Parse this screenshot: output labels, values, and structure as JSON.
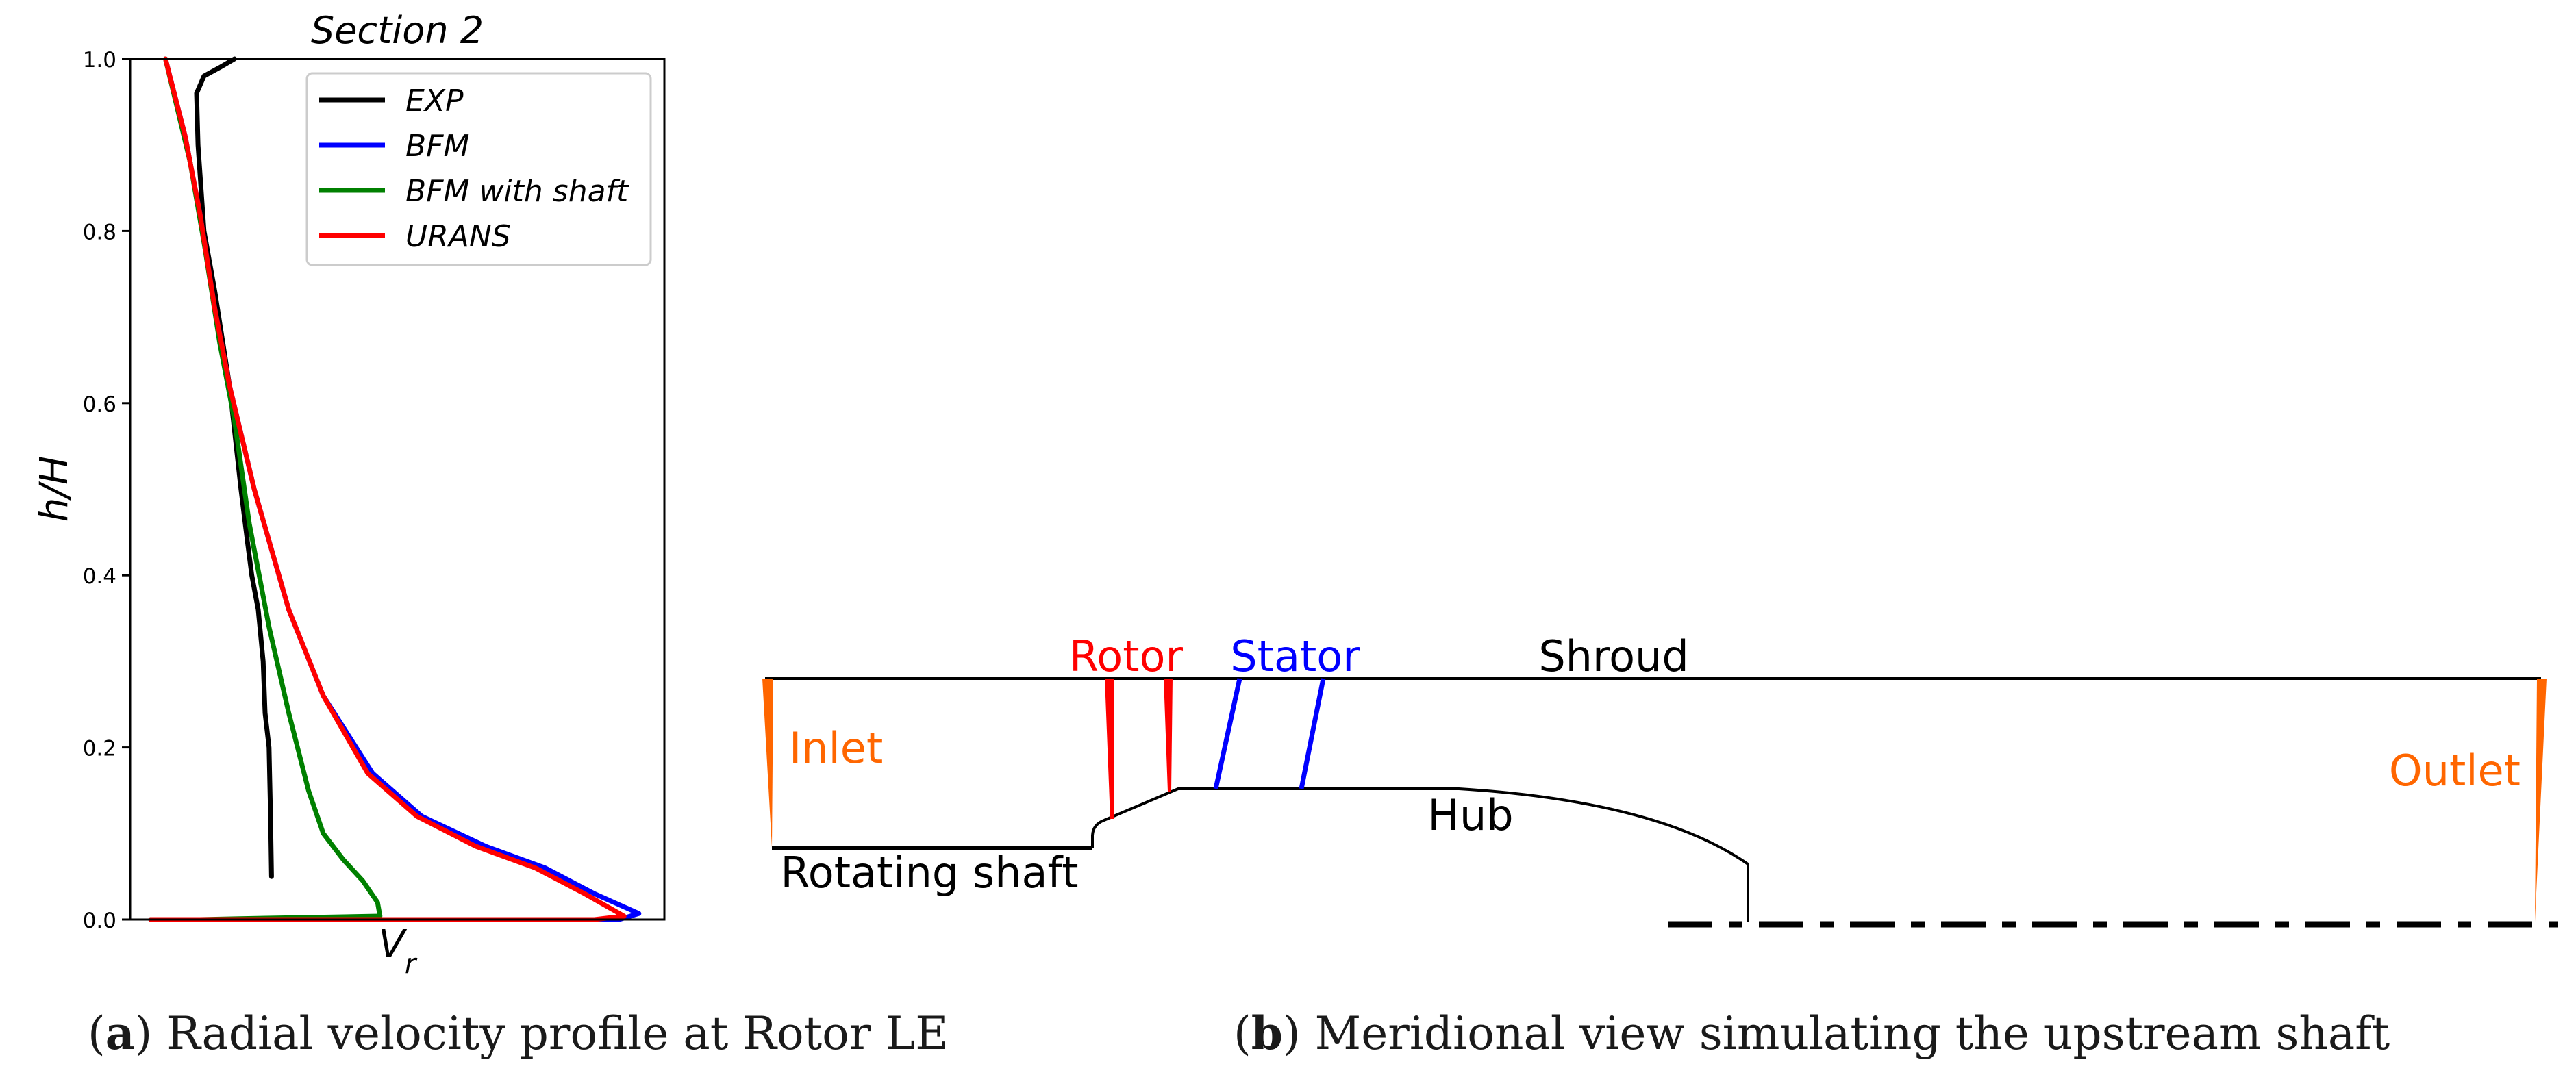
{
  "figure": {
    "panel_a": {
      "chart_data": {
        "type": "line",
        "title": "Section 2",
        "xlabel": "V_r",
        "ylabel": "h/H",
        "ylim": [
          0.0,
          1.0
        ],
        "xlim": [
          0.0,
          1.0
        ],
        "y_ticks": [
          "0.0",
          "0.2",
          "0.4",
          "0.6",
          "0.8",
          "1.0"
        ],
        "x_ticks": [],
        "grid": false,
        "legend_position": "upper-right",
        "series": [
          {
            "name": "EXP",
            "color": "#000000",
            "points": [
              [
                0.245,
                0.05
              ],
              [
                0.243,
                0.12
              ],
              [
                0.24,
                0.2
              ],
              [
                0.232,
                0.24
              ],
              [
                0.228,
                0.3
              ],
              [
                0.218,
                0.36
              ],
              [
                0.205,
                0.4
              ],
              [
                0.196,
                0.44
              ],
              [
                0.183,
                0.5
              ],
              [
                0.16,
                0.62
              ],
              [
                0.13,
                0.73
              ],
              [
                0.108,
                0.8
              ],
              [
                0.096,
                0.9
              ],
              [
                0.093,
                0.96
              ],
              [
                0.108,
                0.98
              ],
              [
                0.14,
                0.99
              ],
              [
                0.17,
                1.0
              ]
            ]
          },
          {
            "name": "BFM",
            "color": "#0000ff",
            "points": [
              [
                0.0,
                0.0
              ],
              [
                0.6,
                0.0
              ],
              [
                0.95,
                0.0
              ],
              [
                0.99,
                0.007
              ],
              [
                0.9,
                0.03
              ],
              [
                0.8,
                0.06
              ],
              [
                0.68,
                0.085
              ],
              [
                0.55,
                0.12
              ],
              [
                0.45,
                0.17
              ],
              [
                0.35,
                0.26
              ],
              [
                0.28,
                0.36
              ],
              [
                0.21,
                0.5
              ],
              [
                0.16,
                0.62
              ],
              [
                0.13,
                0.71
              ],
              [
                0.1,
                0.82
              ],
              [
                0.07,
                0.91
              ],
              [
                0.03,
                1.0
              ]
            ]
          },
          {
            "name": "BFM with shaft",
            "color": "#008000",
            "points": [
              [
                0.0,
                0.0
              ],
              [
                0.1,
                0.0
              ],
              [
                0.18,
                0.001
              ],
              [
                0.465,
                0.004
              ],
              [
                0.46,
                0.02
              ],
              [
                0.43,
                0.045
              ],
              [
                0.39,
                0.07
              ],
              [
                0.35,
                0.1
              ],
              [
                0.32,
                0.15
              ],
              [
                0.28,
                0.24
              ],
              [
                0.24,
                0.34
              ],
              [
                0.2,
                0.46
              ],
              [
                0.17,
                0.58
              ],
              [
                0.14,
                0.67
              ],
              [
                0.11,
                0.78
              ],
              [
                0.08,
                0.88
              ],
              [
                0.03,
                1.0
              ]
            ]
          },
          {
            "name": "URANS",
            "color": "#ff0000",
            "points": [
              [
                0.0,
                0.0
              ],
              [
                0.6,
                0.0
              ],
              [
                0.9,
                0.0
              ],
              [
                0.96,
                0.004
              ],
              [
                0.88,
                0.03
              ],
              [
                0.78,
                0.06
              ],
              [
                0.66,
                0.085
              ],
              [
                0.54,
                0.12
              ],
              [
                0.44,
                0.17
              ],
              [
                0.35,
                0.26
              ],
              [
                0.28,
                0.36
              ],
              [
                0.21,
                0.5
              ],
              [
                0.16,
                0.62
              ],
              [
                0.13,
                0.71
              ],
              [
                0.1,
                0.82
              ],
              [
                0.07,
                0.91
              ],
              [
                0.03,
                1.0
              ]
            ]
          }
        ]
      },
      "caption_letter": "a",
      "caption_text": "Radial velocity profile at Rotor LE"
    },
    "panel_b": {
      "labels": {
        "rotor": "Rotor",
        "stator": "Stator",
        "shroud": "Shroud",
        "inlet": "Inlet",
        "outlet": "Outlet",
        "hub": "Hub",
        "rotating_shaft": "Rotating shaft"
      },
      "colors": {
        "rotor": "#ff0000",
        "stator": "#0000ff",
        "boundary": "#ff6600",
        "wall": "#000000"
      },
      "caption_letter": "b",
      "caption_text": "Meridional view simulating the upstream shaft"
    }
  }
}
